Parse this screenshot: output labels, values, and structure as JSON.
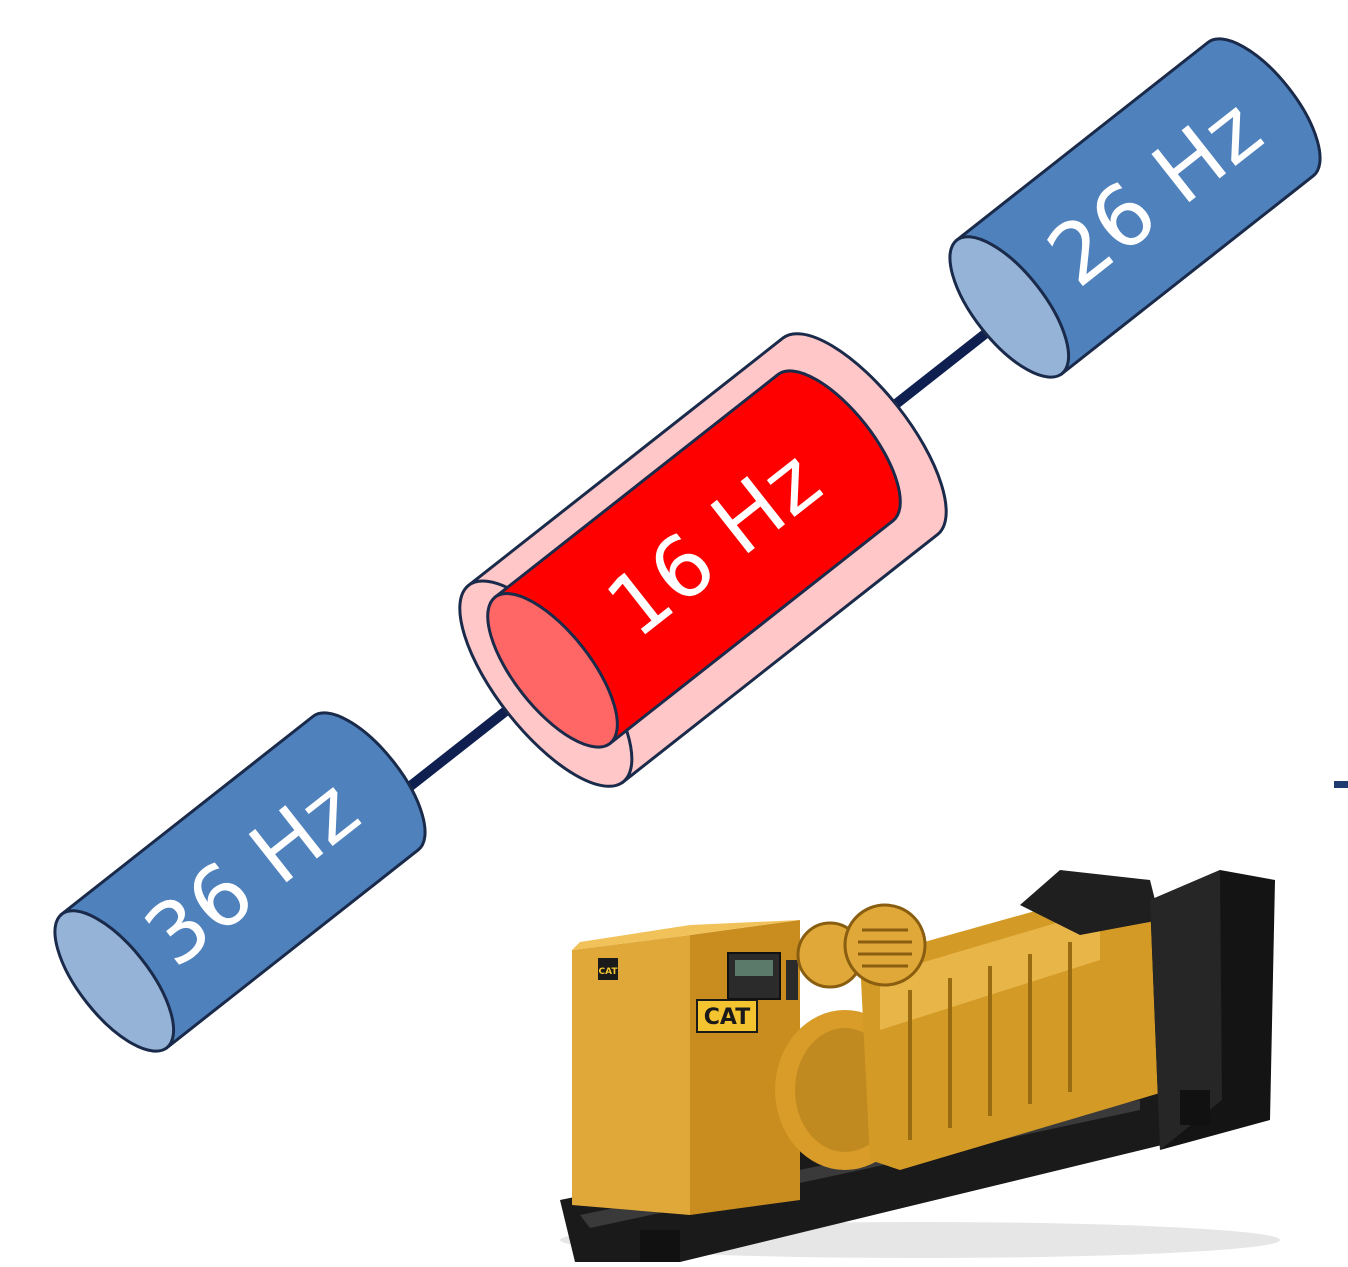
{
  "colors": {
    "shaft": "#0f2050",
    "blue_body": "#4f81bd",
    "blue_cap": "#95b3d7",
    "red_body": "#ff0000",
    "red_cap": "#ff6666",
    "pink_sleeve": "#ffc7c7",
    "outline": "#1a2a4a"
  },
  "cylinders": {
    "left": {
      "label": "36 Hz",
      "color": "blue"
    },
    "middle": {
      "label": "16 Hz",
      "color": "red"
    },
    "right": {
      "label": "26 Hz",
      "color": "blue"
    }
  },
  "image": {
    "subject": "diesel-generator-set",
    "brand_text": "CAT"
  }
}
